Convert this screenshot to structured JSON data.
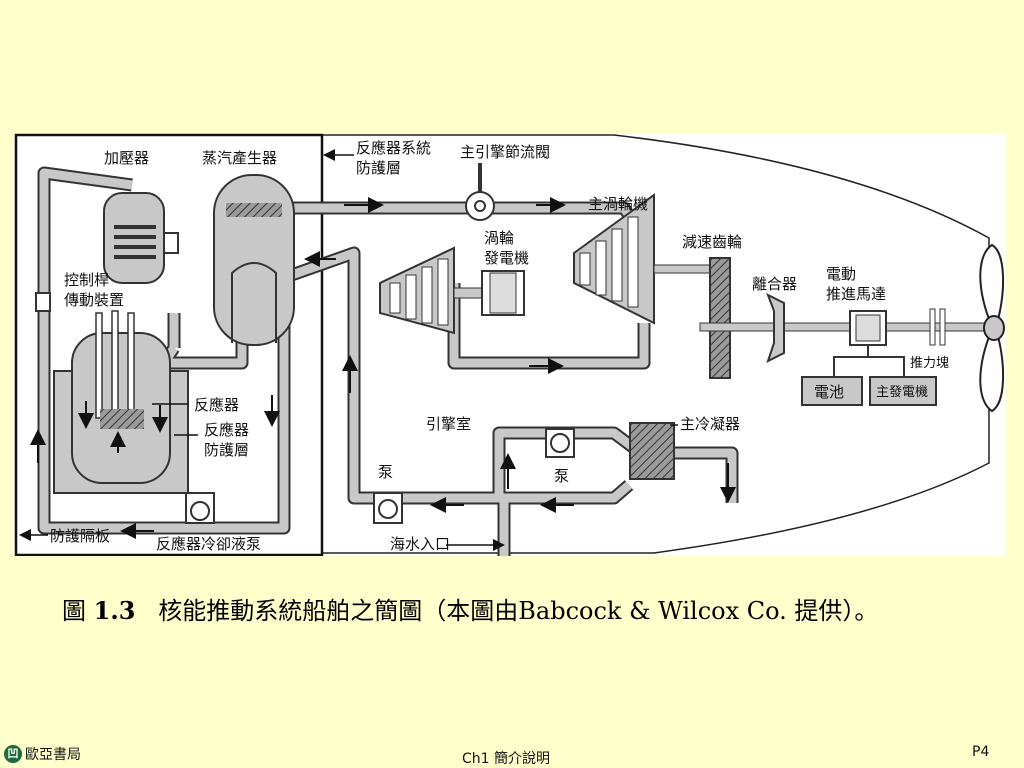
{
  "diagram": {
    "labels": {
      "pressurizer": "加壓器",
      "steam_generator": "蒸汽產生器",
      "reactor_system_shield": "反應器系統\n防護層",
      "main_throttle": "主引擎節流閥",
      "main_turbine": "主渦輪機",
      "turbo_generator": "渦輪\n發電機",
      "reduction_gear": "減速齒輪",
      "clutch": "離合器",
      "electric_motor": "電動\n推進馬達",
      "thrust_block": "推力塊",
      "battery": "電池",
      "main_generator": "主發電機",
      "control_rod_drive": "控制桿\n傳動裝置",
      "reactor": "反應器",
      "reactor_shield": "反應器\n防護層",
      "engine_room": "引擎室",
      "main_condenser": "主冷凝器",
      "pump_upper": "泵",
      "pump_lower": "泵",
      "bulkhead": "防護隔板",
      "coolant_pump": "反應器冷卻液泵",
      "seawater_inlet": "海水入口"
    }
  },
  "caption": {
    "prefix": "圖 ",
    "number": "1.3",
    "text": "   核能推動系統船舶之簡圖（本圖由Babcock & Wilcox Co. 提供）。"
  },
  "footer": {
    "logo_glyph": "凹",
    "publisher": "歐亞書局",
    "chapter": "Ch1 簡介說明",
    "page": "P4"
  }
}
